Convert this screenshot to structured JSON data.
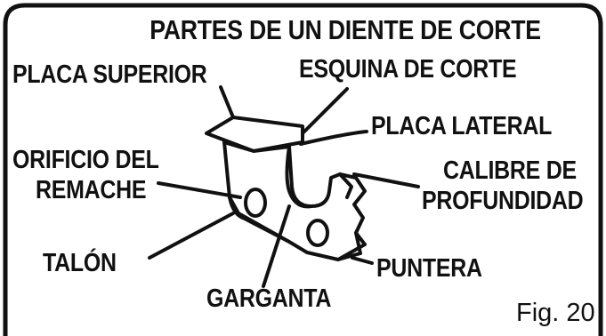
{
  "title": "PARTES DE UN DIENTE DE CORTE",
  "labels": {
    "placa_superior": "PLACA SUPERIOR",
    "esquina_de_corte": "ESQUINA DE CORTE",
    "placa_lateral": "PLACA LATERAL",
    "orificio_line1": "ORIFICIO DEL",
    "orificio_line2": "REMACHE",
    "calibre_line1": "CALIBRE DE",
    "calibre_line2": "PROFUNDIDAD",
    "talon": "TALÓN",
    "puntera": "PUNTERA",
    "garganta": "GARGANTA"
  },
  "figure_number": "Fig. 20",
  "colors": {
    "ink": "#111111",
    "background": "#ffffff"
  }
}
